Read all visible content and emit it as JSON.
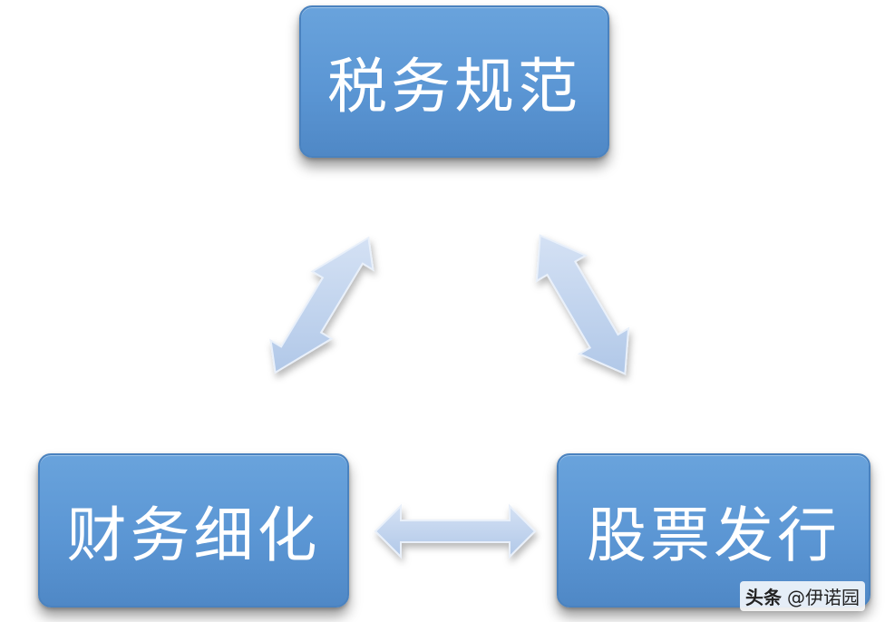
{
  "nodes": {
    "top": {
      "label": "税务规范"
    },
    "left": {
      "label": "财务细化"
    },
    "right": {
      "label": "股票发行"
    }
  },
  "watermark": {
    "brand": "头条",
    "handle": "@伊诺园"
  },
  "colors": {
    "node_fill": "#5b9bd5",
    "node_border": "#4a82bf",
    "arrow_fill": "#bdd0ec",
    "text": "#ffffff"
  }
}
